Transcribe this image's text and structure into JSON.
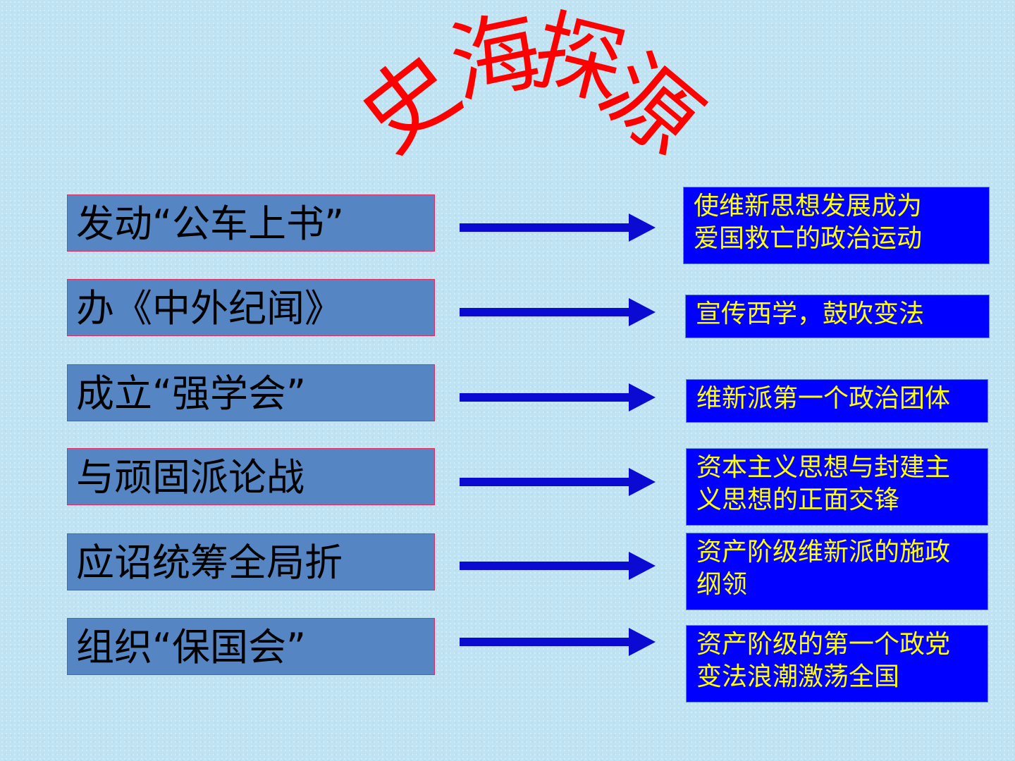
{
  "title": {
    "chars": [
      "史",
      "海",
      "探",
      "源"
    ]
  },
  "rows": [
    {
      "event": "发动“公车上书”",
      "significance_lines": [
        "使维新思想发展成为",
        "爱国救亡的政治运动"
      ]
    },
    {
      "event": "办《中外纪闻》",
      "significance_lines": [
        "宣传西学，鼓吹变法"
      ]
    },
    {
      "event": "成立“强学会”",
      "significance_lines": [
        "维新派第一个政治团体"
      ]
    },
    {
      "event": "与顽固派论战",
      "significance_lines": [
        "资本主义思想与封建主",
        "义思想的正面交锋"
      ]
    },
    {
      "event": "应诏统筹全局折",
      "significance_lines": [
        "资产阶级维新派的施政",
        "纲领"
      ]
    },
    {
      "event": "组织“保国会”",
      "significance_lines": [
        "资产阶级的第一个政党",
        "变法浪潮激荡全国"
      ]
    }
  ],
  "colors": {
    "background": "#bfe3f2",
    "title": "#ff0000",
    "left_box_fill": "#5585c3",
    "left_box_border": "#e02a60",
    "arrow": "#0a0ad2",
    "right_box_fill": "#0000ff",
    "right_box_text": "#ffff00"
  }
}
